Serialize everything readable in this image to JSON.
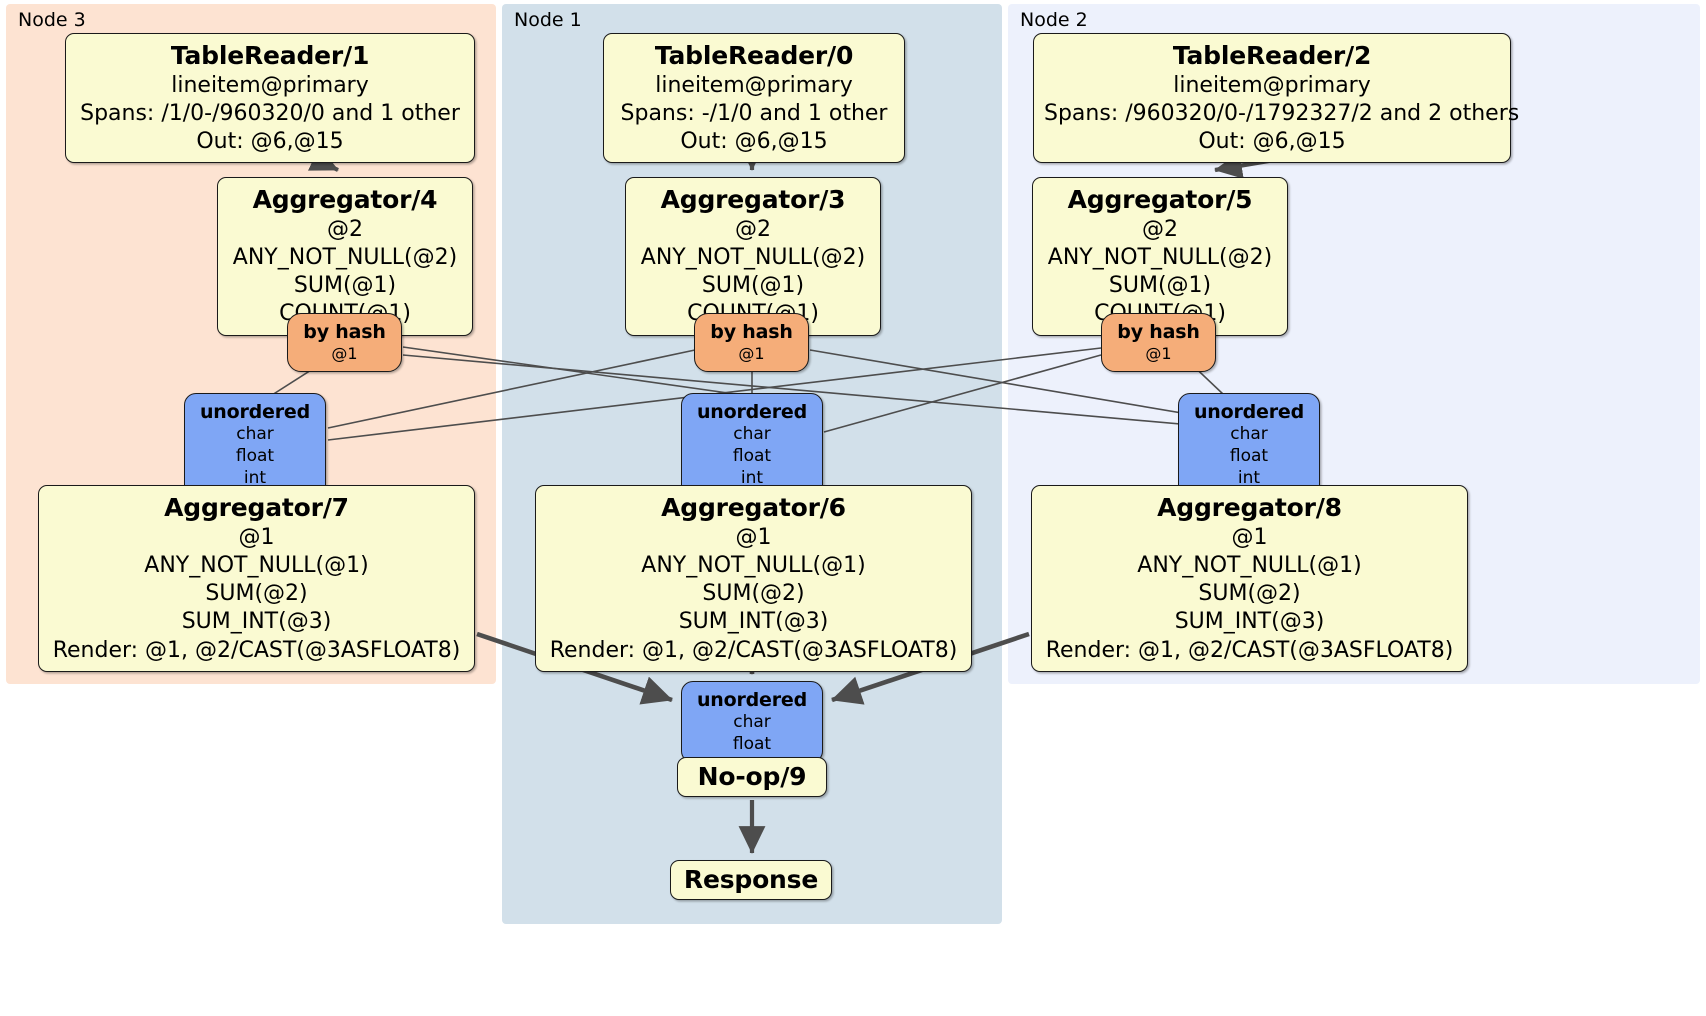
{
  "clusters": [
    {
      "id": "node3",
      "label": "Node 3",
      "color": "#FDE3D2"
    },
    {
      "id": "node1",
      "label": "Node 1",
      "color": "#D2E0EA"
    },
    {
      "id": "node2",
      "label": "Node 2",
      "color": "#EDF1FC"
    }
  ],
  "processors": {
    "tablereader_1": {
      "title": "TableReader/1",
      "lines": [
        "lineitem@primary",
        "Spans: /1/0-/960320/0 and 1 other",
        "Out: @6,@15"
      ]
    },
    "tablereader_0": {
      "title": "TableReader/0",
      "lines": [
        "lineitem@primary",
        "Spans: -/1/0 and 1 other",
        "Out: @6,@15"
      ]
    },
    "tablereader_2": {
      "title": "TableReader/2",
      "lines": [
        "lineitem@primary",
        "Spans: /960320/0-/1792327/2 and 2 others",
        "Out: @6,@15"
      ]
    },
    "aggregator_4": {
      "title": "Aggregator/4",
      "lines": [
        "@2",
        "ANY_NOT_NULL(@2)",
        "SUM(@1)",
        "COUNT(@1)"
      ]
    },
    "aggregator_3": {
      "title": "Aggregator/3",
      "lines": [
        "@2",
        "ANY_NOT_NULL(@2)",
        "SUM(@1)",
        "COUNT(@1)"
      ]
    },
    "aggregator_5": {
      "title": "Aggregator/5",
      "lines": [
        "@2",
        "ANY_NOT_NULL(@2)",
        "SUM(@1)",
        "COUNT(@1)"
      ]
    },
    "aggregator_7": {
      "title": "Aggregator/7",
      "lines": [
        "@1",
        "ANY_NOT_NULL(@1)",
        "SUM(@2)",
        "SUM_INT(@3)",
        "Render: @1, @2/CAST(@3ASFLOAT8)"
      ]
    },
    "aggregator_6": {
      "title": "Aggregator/6",
      "lines": [
        "@1",
        "ANY_NOT_NULL(@1)",
        "SUM(@2)",
        "SUM_INT(@3)",
        "Render: @1, @2/CAST(@3ASFLOAT8)"
      ]
    },
    "aggregator_8": {
      "title": "Aggregator/8",
      "lines": [
        "@1",
        "ANY_NOT_NULL(@1)",
        "SUM(@2)",
        "SUM_INT(@3)",
        "Render: @1, @2/CAST(@3ASFLOAT8)"
      ]
    },
    "noop_9": {
      "title": "No-op/9",
      "lines": []
    },
    "response": {
      "title": "Response",
      "lines": []
    }
  },
  "routers": {
    "byhash_4": {
      "title": "by hash",
      "lines": [
        "@1"
      ]
    },
    "byhash_3": {
      "title": "by hash",
      "lines": [
        "@1"
      ]
    },
    "byhash_5": {
      "title": "by hash",
      "lines": [
        "@1"
      ]
    }
  },
  "synchronizers": {
    "unordered_7": {
      "title": "unordered",
      "lines": [
        "char",
        "float",
        "int"
      ]
    },
    "unordered_6": {
      "title": "unordered",
      "lines": [
        "char",
        "float",
        "int"
      ]
    },
    "unordered_8": {
      "title": "unordered",
      "lines": [
        "char",
        "float",
        "int"
      ]
    },
    "unordered_final": {
      "title": "unordered",
      "lines": [
        "char",
        "float"
      ]
    }
  },
  "colors": {
    "processor_fill": "#FAFAD2",
    "router_fill": "#F5AD79",
    "synchronizer_fill": "#7FA6F5",
    "edge": "#4d4d4d",
    "border": "#1a1a1a"
  }
}
